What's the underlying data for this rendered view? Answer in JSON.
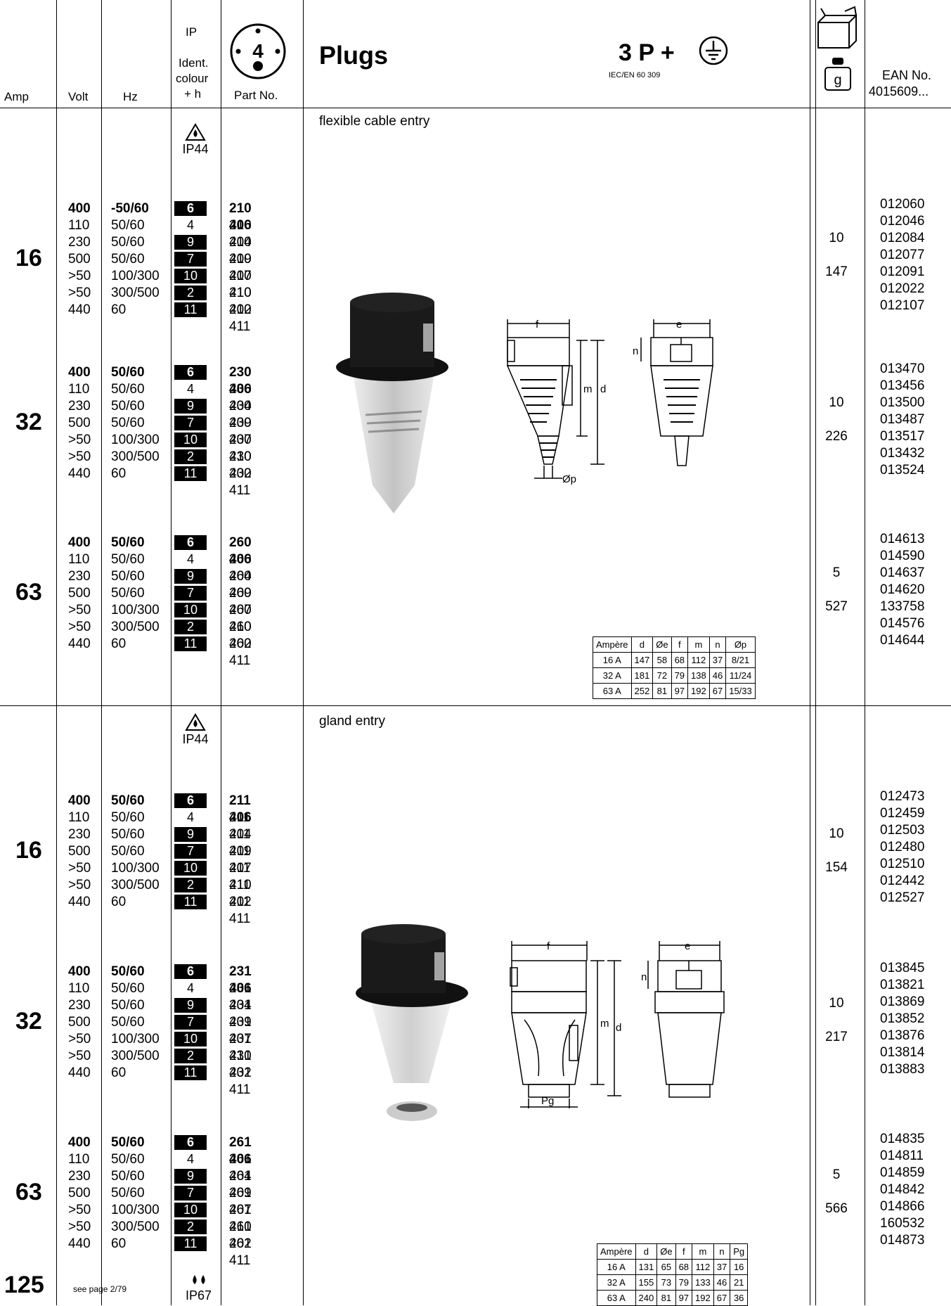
{
  "header": {
    "amp": "Amp",
    "volt": "Volt",
    "hz": "Hz",
    "ip": "IP",
    "ident": "Ident.",
    "colour": "colour",
    "plus_h": "+ h",
    "pin_number": "4",
    "part_no": "Part No.",
    "title": "Plugs",
    "poles": "3 P +",
    "standard": "IEC/EN 60 309",
    "weight_unit": "g",
    "ean_no": "EAN No.",
    "ean_prefix": "4015609..."
  },
  "sections": [
    {
      "title": "flexible cable entry",
      "ip": "IP44",
      "groups": [
        {
          "amp": "16",
          "qty": "10",
          "weight": "147",
          "rows": [
            {
              "volt": "400",
              "hz": "-50/60",
              "colour": "6",
              "part": "210 406",
              "ean": "012060"
            },
            {
              "volt": "110",
              "hz": "50/60",
              "colour": "4",
              "part": "210 404",
              "ean": "012046"
            },
            {
              "volt": "230",
              "hz": "50/60",
              "colour": "9",
              "part": "210 409",
              "ean": "012084"
            },
            {
              "volt": "500",
              "hz": "50/60",
              "colour": "7",
              "part": "210 407",
              "ean": "012077"
            },
            {
              "volt": ">50",
              "hz": "100/300",
              "colour": "10",
              "part": "210 410",
              "ean": "012091"
            },
            {
              "volt": ">50",
              "hz": "300/500",
              "colour": "2",
              "part": "210 402",
              "ean": "012022"
            },
            {
              "volt": "440",
              "hz": "60",
              "colour": "11",
              "part": "210 411",
              "ean": "012107"
            }
          ]
        },
        {
          "amp": "32",
          "qty": "10",
          "weight": "226",
          "rows": [
            {
              "volt": "400",
              "hz": "50/60",
              "colour": "6",
              "part": "230 406",
              "ean": "013470"
            },
            {
              "volt": "110",
              "hz": "50/60",
              "colour": "4",
              "part": "230 404",
              "ean": "013456"
            },
            {
              "volt": "230",
              "hz": "50/60",
              "colour": "9",
              "part": "230 409",
              "ean": "013500"
            },
            {
              "volt": "500",
              "hz": "50/60",
              "colour": "7",
              "part": "230 407",
              "ean": "013487"
            },
            {
              "volt": ">50",
              "hz": "100/300",
              "colour": "10",
              "part": "230 410",
              "ean": "013517"
            },
            {
              "volt": ">50",
              "hz": "300/500",
              "colour": "2",
              "part": "230 402",
              "ean": "013432"
            },
            {
              "volt": "440",
              "hz": "60",
              "colour": "11",
              "part": "230 411",
              "ean": "013524"
            }
          ]
        },
        {
          "amp": "63",
          "qty": "5",
          "weight": "527",
          "rows": [
            {
              "volt": "400",
              "hz": "50/60",
              "colour": "6",
              "part": "260 406",
              "ean": "014613"
            },
            {
              "volt": "110",
              "hz": "50/60",
              "colour": "4",
              "part": "260 404",
              "ean": "014590"
            },
            {
              "volt": "230",
              "hz": "50/60",
              "colour": "9",
              "part": "260 409",
              "ean": "014637"
            },
            {
              "volt": "500",
              "hz": "50/60",
              "colour": "7",
              "part": "260 407",
              "ean": "014620"
            },
            {
              "volt": ">50",
              "hz": "100/300",
              "colour": "10",
              "part": "260 410",
              "ean": "133758"
            },
            {
              "volt": ">50",
              "hz": "300/500",
              "colour": "2",
              "part": "260 402",
              "ean": "014576"
            },
            {
              "volt": "440",
              "hz": "60",
              "colour": "11",
              "part": "260 411",
              "ean": "014644"
            }
          ]
        }
      ],
      "dim_table": {
        "headers": [
          "Ampère",
          "d",
          "Øe",
          "f",
          "m",
          "n",
          "Øp"
        ],
        "rows": [
          [
            "16 A",
            "147",
            "58",
            "68",
            "112",
            "37",
            "8/21"
          ],
          [
            "32 A",
            "181",
            "72",
            "79",
            "138",
            "46",
            "11/24"
          ],
          [
            "63 A",
            "252",
            "81",
            "97",
            "192",
            "67",
            "15/33"
          ]
        ]
      },
      "drawing_labels": {
        "f": "f",
        "e": "e",
        "n": "n",
        "m": "m",
        "d": "d",
        "p": "Øp"
      }
    },
    {
      "title": "gland entry",
      "ip": "IP44",
      "groups": [
        {
          "amp": "16",
          "qty": "10",
          "weight": "154",
          "rows": [
            {
              "volt": "400",
              "hz": "50/60",
              "colour": "6",
              "part": "211 406",
              "ean": "012473"
            },
            {
              "volt": "110",
              "hz": "50/60",
              "colour": "4",
              "part": "211 404",
              "ean": "012459"
            },
            {
              "volt": "230",
              "hz": "50/60",
              "colour": "9",
              "part": "211 409",
              "ean": "012503"
            },
            {
              "volt": "500",
              "hz": "50/60",
              "colour": "7",
              "part": "211 407",
              "ean": "012480"
            },
            {
              "volt": ">50",
              "hz": "100/300",
              "colour": "10",
              "part": "211 410",
              "ean": "012510"
            },
            {
              "volt": ">50",
              "hz": "300/500",
              "colour": "2",
              "part": "211 402",
              "ean": "012442"
            },
            {
              "volt": "440",
              "hz": "60",
              "colour": "11",
              "part": "211 411",
              "ean": "012527"
            }
          ]
        },
        {
          "amp": "32",
          "qty": "10",
          "weight": "217",
          "rows": [
            {
              "volt": "400",
              "hz": "50/60",
              "colour": "6",
              "part": "231 406",
              "ean": "013845"
            },
            {
              "volt": "110",
              "hz": "50/60",
              "colour": "4",
              "part": "231 404",
              "ean": "013821"
            },
            {
              "volt": "230",
              "hz": "50/60",
              "colour": "9",
              "part": "231 409",
              "ean": "013869"
            },
            {
              "volt": "500",
              "hz": "50/60",
              "colour": "7",
              "part": "231 407",
              "ean": "013852"
            },
            {
              "volt": ">50",
              "hz": "100/300",
              "colour": "10",
              "part": "231 410",
              "ean": "013876"
            },
            {
              "volt": ">50",
              "hz": "300/500",
              "colour": "2",
              "part": "231 402",
              "ean": "013814"
            },
            {
              "volt": "440",
              "hz": "60",
              "colour": "11",
              "part": "231 411",
              "ean": "013883"
            }
          ]
        },
        {
          "amp": "63",
          "qty": "5",
          "weight": "566",
          "rows": [
            {
              "volt": "400",
              "hz": "50/60",
              "colour": "6",
              "part": "261 406",
              "ean": "014835"
            },
            {
              "volt": "110",
              "hz": "50/60",
              "colour": "4",
              "part": "261 404",
              "ean": "014811"
            },
            {
              "volt": "230",
              "hz": "50/60",
              "colour": "9",
              "part": "261 409",
              "ean": "014859"
            },
            {
              "volt": "500",
              "hz": "50/60",
              "colour": "7",
              "part": "261 407",
              "ean": "014842"
            },
            {
              "volt": ">50",
              "hz": "100/300",
              "colour": "10",
              "part": "261 410",
              "ean": "014866"
            },
            {
              "volt": ">50",
              "hz": "300/500",
              "colour": "2",
              "part": "261 402",
              "ean": "160532"
            },
            {
              "volt": "440",
              "hz": "60",
              "colour": "11",
              "part": "261 411",
              "ean": "014873"
            }
          ]
        }
      ],
      "dim_table": {
        "headers": [
          "Ampère",
          "d",
          "Øe",
          "f",
          "m",
          "n",
          "Pg"
        ],
        "rows": [
          [
            "16 A",
            "131",
            "65",
            "68",
            "112",
            "37",
            "16"
          ],
          [
            "32 A",
            "155",
            "73",
            "79",
            "133",
            "46",
            "21"
          ],
          [
            "63 A",
            "240",
            "81",
            "97",
            "192",
            "67",
            "36"
          ]
        ]
      },
      "drawing_labels": {
        "f": "f",
        "e": "e",
        "n": "n",
        "m": "m",
        "d": "d",
        "pg": "Pg"
      }
    }
  ],
  "footer": {
    "amp": "125",
    "note": "see page 2/79",
    "ip": "IP67"
  },
  "colors": {
    "ink": "#000000",
    "paper": "#ffffff"
  }
}
